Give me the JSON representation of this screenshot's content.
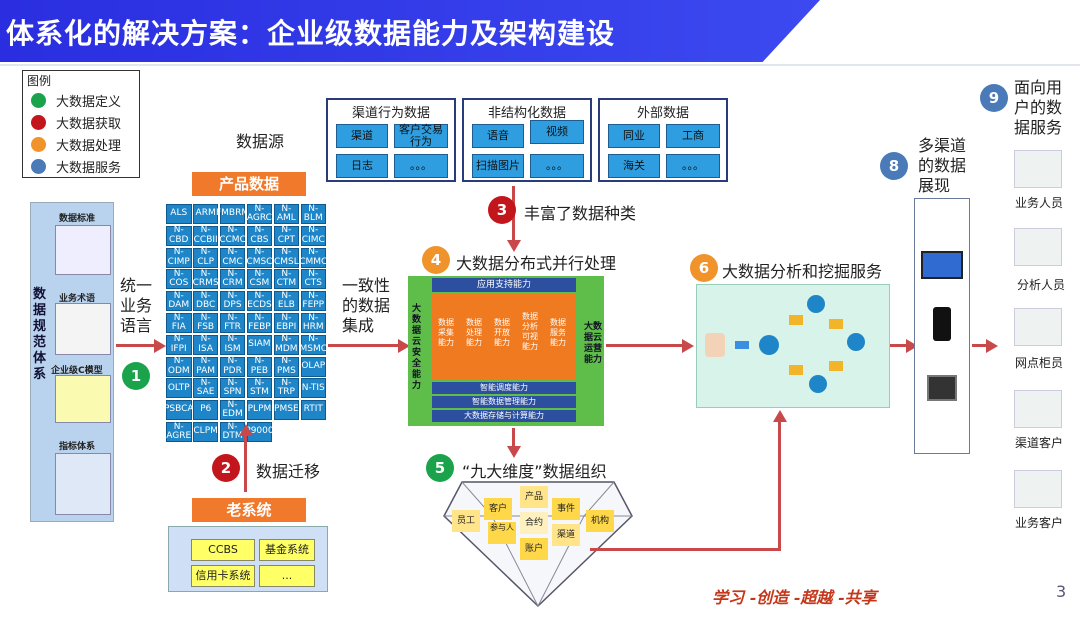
{
  "title": "体系化的解决方案：企业级数据能力及架构建设",
  "legend": {
    "title": "图例",
    "items": [
      {
        "label": "大数据定义",
        "color": "#1aa34a"
      },
      {
        "label": "大数据获取",
        "color": "#c3161c"
      },
      {
        "label": "大数据处理",
        "color": "#f0932b"
      },
      {
        "label": "大数据服务",
        "color": "#4a7ab8"
      }
    ]
  },
  "colors": {
    "green": "#1aa34a",
    "red": "#c3161c",
    "orange": "#f0932b",
    "blue": "#4a7ab8",
    "arrow": "#c9494b"
  },
  "left_panel": {
    "vertical": "数据规范体系",
    "items": [
      "数据标准",
      "业务术语",
      "企业级C模型",
      "指标体系"
    ]
  },
  "unified_lang": "统一业务语言",
  "step_numbers": {
    "n1": "1",
    "n2": "2",
    "n3": "3",
    "n4": "4",
    "n5": "5",
    "n6": "6",
    "n8": "8",
    "n9": "9"
  },
  "data_source_label": "数据源",
  "product_data": {
    "header": "产品数据",
    "cells": [
      "ALS",
      "ARM",
      "FMBRM",
      "N-AGRC",
      "N-AML",
      "N-BLM",
      "N-CBD",
      "N-CCBII",
      "N-CCMC",
      "N-CBS",
      "N-CPT",
      "N-CIMC",
      "N-CIMP",
      "N-CLP",
      "N-CMC",
      "N-CMSC",
      "N-CMSL",
      "N-CMMC",
      "N-COS",
      "N-CRMS",
      "N-CRM",
      "N-CSM",
      "N-CTM",
      "N-CTS",
      "N-DAM",
      "N-DBC",
      "N-DPS",
      "N-ECDS",
      "N-ELB",
      "N-FEPP",
      "N-FIA",
      "N-FSB",
      "N-FTR",
      "N-FEBP",
      "N-EBPI",
      "N-HRM",
      "N-IFPI",
      "N-ISA",
      "N-ISM",
      "SIAM",
      "N-MDM",
      "N-MSMC",
      "N-ODM",
      "N-PAM",
      "N-PDR",
      "N-PEB",
      "N-PMS",
      "OLAP",
      "OLTP",
      "N-SAE",
      "N-SPN",
      "N-STM",
      "N-TRP",
      "N-TIS",
      "PSBCA",
      "P6",
      "N-EDM",
      "PLPM",
      "PMSE",
      "RTIT",
      "N-AGRE",
      "CLPM",
      "N-DTM",
      "P9000"
    ]
  },
  "consistent": "一致性的数据集成",
  "legacy": {
    "label": "数据迁移",
    "header": "老系统",
    "cells": [
      "CCBS",
      "基金系统",
      "信用卡系统",
      "..."
    ]
  },
  "sources": [
    {
      "title": "渠道行为数据",
      "cells": [
        "渠道",
        "客户交易行为",
        "日志",
        "。。。"
      ]
    },
    {
      "title": "非结构化数据",
      "cells": [
        "语音",
        "视频",
        "扫描图片",
        "。。。"
      ]
    },
    {
      "title": "外部数据",
      "cells": [
        "同业",
        "工商",
        "海关",
        "。。。"
      ]
    }
  ],
  "enrich": "丰富了数据种类",
  "processing": {
    "title": "大数据分布式并行处理",
    "top": "应用支持能力",
    "left": "大数据云安全能力",
    "right": "大数据云运营能力",
    "cols": [
      "数据采集能力",
      "数据处理能力",
      "数据开放能力",
      "数据分析可视能力",
      "数据服务能力"
    ],
    "rows": [
      "智能调度能力",
      "智能数据管理能力",
      "大数据存储与计算能力"
    ]
  },
  "dims": {
    "title": "“九大维度”数据组织",
    "cells": [
      "客户",
      "产品",
      "事件",
      "员工",
      "参与人",
      "合约",
      "渠道",
      "机构",
      "账户"
    ]
  },
  "analysis": {
    "title": "大数据分析和挖掘服务"
  },
  "multi": "多渠道的数据展现",
  "service": {
    "title": "面向用户的数据服务",
    "users": [
      "业务人员",
      "分析人员",
      "网点柜员",
      "渠道客户",
      "业务客户"
    ]
  },
  "slogan": "学习 -创造 -超越 -共享",
  "page": "3"
}
